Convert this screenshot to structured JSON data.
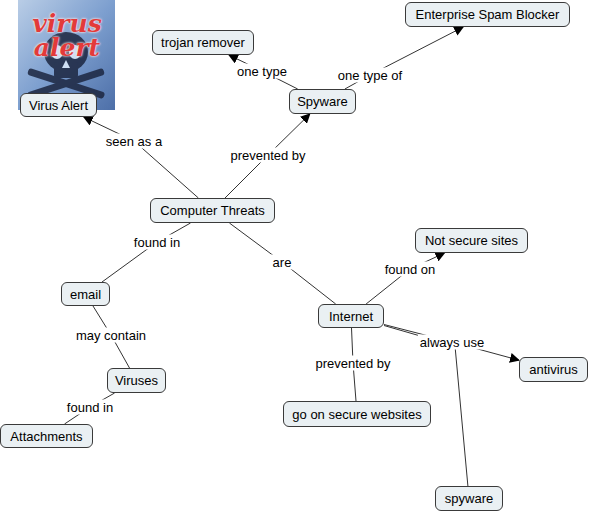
{
  "diagram": {
    "nodes": [
      {
        "text": [
          "Virus Alert"
        ]
      },
      {
        "text": [
          "trojan remover"
        ]
      },
      {
        "text": [
          "Enterprise Spam Blocker"
        ]
      },
      {
        "text": [
          "Spyware"
        ]
      },
      {
        "text": [
          "Computer Threats"
        ]
      },
      {
        "text": [
          "Not secure sites"
        ]
      },
      {
        "text": [
          "email"
        ]
      },
      {
        "text": [
          "Internet"
        ]
      },
      {
        "text": [
          "antivirus"
        ]
      },
      {
        "text": [
          "Viruses"
        ]
      },
      {
        "text": [
          "go on secure websites"
        ]
      },
      {
        "text": [
          "Attachments"
        ]
      },
      {
        "text": [
          "spyware"
        ]
      }
    ],
    "edges": [
      {
        "from": 4,
        "to": 0,
        "label": "seen as a",
        "arrow": "to"
      },
      {
        "from": 4,
        "to": 3,
        "label": "prevented by",
        "arrow": "to"
      },
      {
        "from": 3,
        "to": 1,
        "label": "one type",
        "arrow": "to"
      },
      {
        "from": 3,
        "to": 2,
        "label": "one type of",
        "arrow": "to"
      },
      {
        "from": 4,
        "to": 6,
        "label": "found in",
        "arrow": "none"
      },
      {
        "from": 6,
        "to": 9,
        "label": "may contain",
        "arrow": "none"
      },
      {
        "from": 9,
        "to": 11,
        "label": "found in",
        "arrow": "none"
      },
      {
        "from": 4,
        "to": 7,
        "label": "are",
        "arrow": "none"
      },
      {
        "from": 7,
        "to": 5,
        "label": "found on",
        "arrow": "to"
      },
      {
        "from": 7,
        "to": 10,
        "label": "prevented by",
        "arrow": "none"
      },
      {
        "from": 7,
        "to": 8,
        "label": "always use",
        "arrow": "to"
      },
      {
        "from": 7,
        "to": 12,
        "arrow": "none"
      }
    ],
    "labels": [
      "virus alert"
    ]
  }
}
